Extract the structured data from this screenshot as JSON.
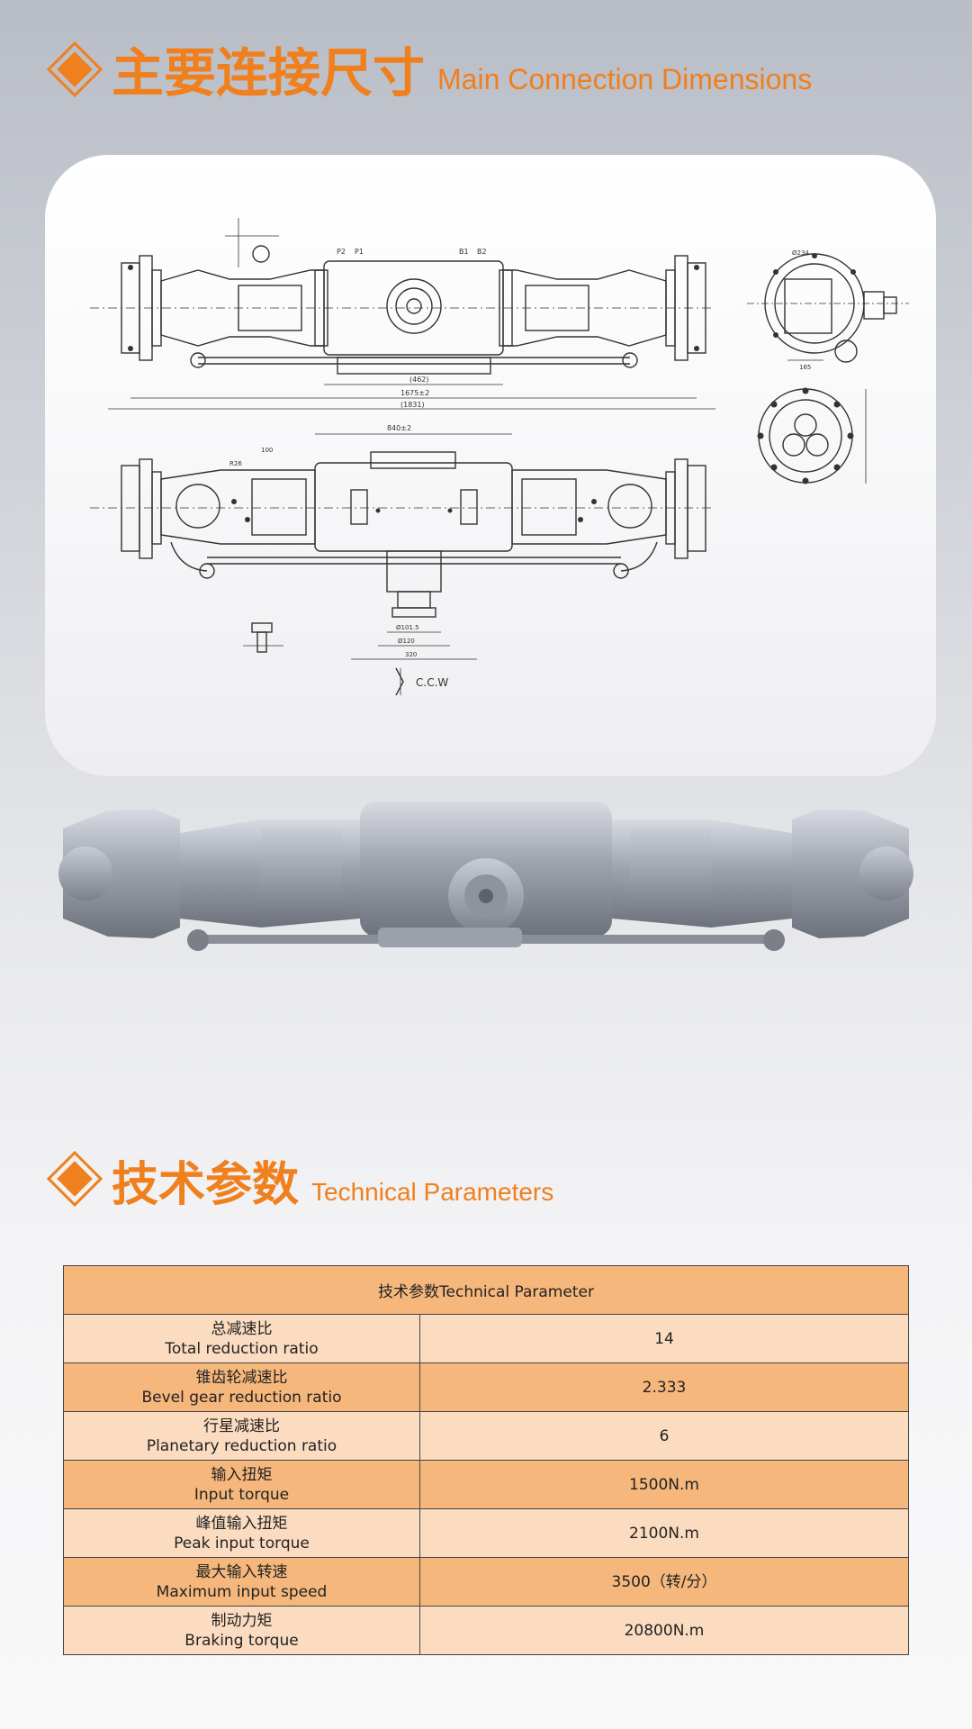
{
  "section1": {
    "title_cn": "主要连接尺寸",
    "title_en": "Main Connection Dimensions"
  },
  "drawing": {
    "labels": {
      "ccw": "C.C.W",
      "d840": "840±2",
      "d462": "(462)",
      "d1675": "1675±2",
      "d1831": "(1831)",
      "d320": "320",
      "d120": "Ø120",
      "d101": "Ø101.5",
      "d234": "Ø234",
      "d165": "165",
      "d100": "100",
      "r26": "R26",
      "p1": "P1",
      "p2": "P2",
      "b1": "B1",
      "b2": "B2"
    }
  },
  "section2": {
    "title_cn": "技术参数",
    "title_en": "Technical Parameters"
  },
  "table": {
    "header": "技术参数Technical Parameter",
    "rows": [
      {
        "cn": "总减速比",
        "en": "Total reduction ratio",
        "value": "14"
      },
      {
        "cn": "锥齿轮减速比",
        "en": "Bevel gear reduction ratio",
        "value": "2.333"
      },
      {
        "cn": "行星减速比",
        "en": "Planetary reduction ratio",
        "value": "6"
      },
      {
        "cn": "输入扭矩",
        "en": "Input torque",
        "value": "1500N.m"
      },
      {
        "cn": "峰值输入扭矩",
        "en": "Peak input torque",
        "value": "2100N.m"
      },
      {
        "cn": "最大输入转速",
        "en": "Maximum input speed",
        "value": "3500（转/分）"
      },
      {
        "cn": "制动力矩",
        "en": "Braking torque",
        "value": "20800N.m"
      }
    ]
  }
}
